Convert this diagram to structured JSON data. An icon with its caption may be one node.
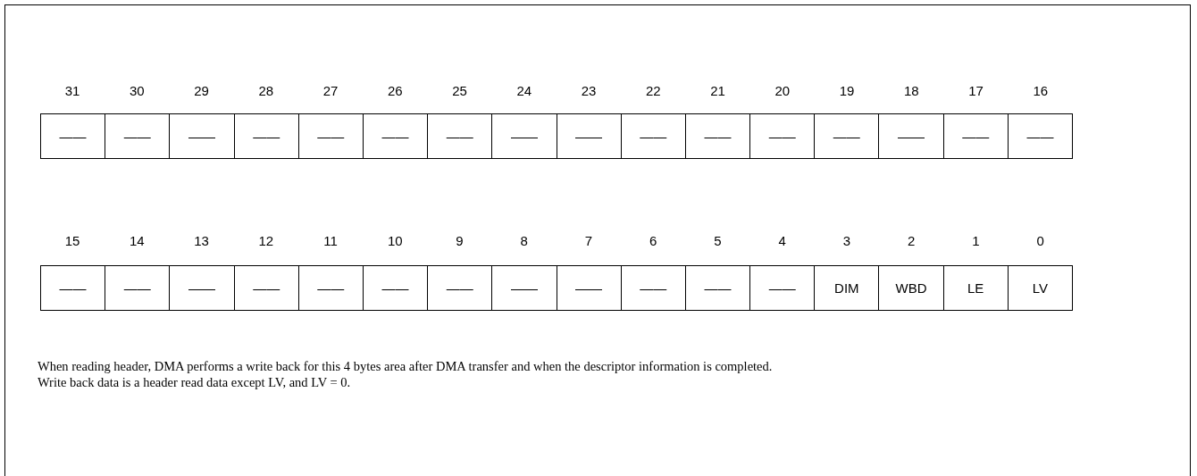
{
  "diagram": {
    "labels": [
      "31",
      "30",
      "29",
      "28",
      "27",
      "26",
      "25",
      "24",
      "23",
      "22",
      "21",
      "20",
      "19",
      "18",
      "17",
      "16",
      "——",
      "——",
      "——",
      "——",
      "——",
      "——",
      "——",
      "——",
      "——",
      "——",
      "——",
      "——",
      "——",
      "——",
      "——",
      "——",
      "15",
      "14",
      "13",
      "12",
      "11",
      "10",
      "9",
      "8",
      "7",
      "6",
      "5",
      "4",
      "3",
      "2",
      "1",
      "0",
      "——",
      "——",
      "——",
      "——",
      "——",
      "——",
      "——",
      "——",
      "——",
      "——",
      "——",
      "——",
      "DIM",
      "WBD",
      "LE",
      "LV",
      "When reading header, DMA performs a write back for this 4 bytes area after DMA transfer and when the descriptor information is completed.",
      "Write back data is a header read data except LV, and LV = 0."
    ]
  }
}
